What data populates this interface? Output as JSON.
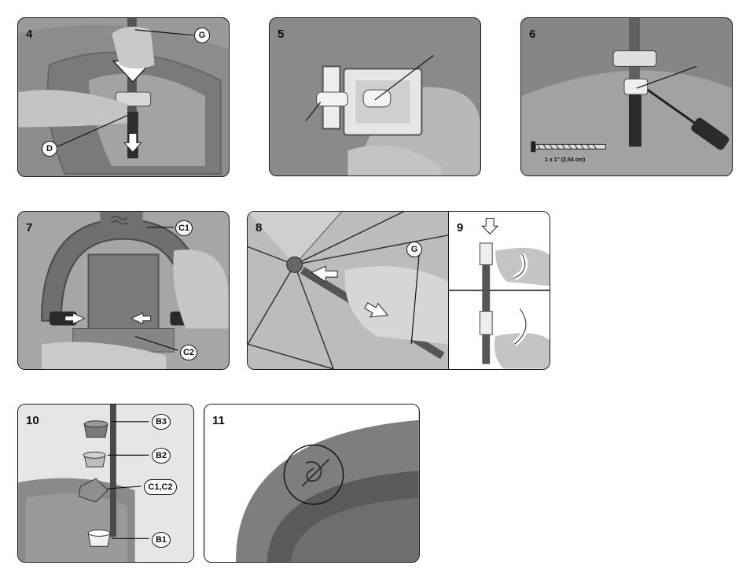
{
  "steps": {
    "s4": {
      "number": "4",
      "callouts": {
        "g": "G",
        "d": "D"
      }
    },
    "s5": {
      "number": "5"
    },
    "s6": {
      "number": "6",
      "screw_label": "1 x 1\" (2,54 cm)"
    },
    "s7": {
      "number": "7",
      "callouts": {
        "c1": "C1",
        "c2": "C2"
      }
    },
    "s8": {
      "number": "8",
      "callouts": {
        "g": "G"
      }
    },
    "s9": {
      "number": "9"
    },
    "s10": {
      "number": "10",
      "callouts": {
        "b3": "B3",
        "b2": "B2",
        "c1c2": "C1,C2",
        "b1": "B1"
      }
    },
    "s11": {
      "number": "11"
    }
  },
  "icons": [
    "hand-icon",
    "arrow-down-icon",
    "arrow-icon",
    "screw-icon",
    "screwdriver-icon",
    "umbrella-icon"
  ]
}
